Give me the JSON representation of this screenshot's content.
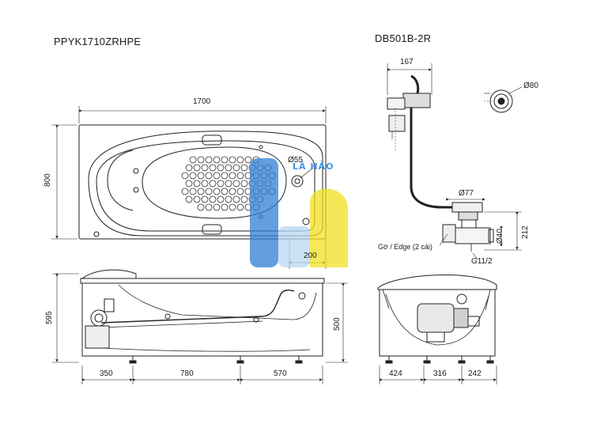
{
  "views": {
    "left_title": "PPYK1710ZRHPE",
    "right_title": "DB501B-2R"
  },
  "plan_view": {
    "length": "1700",
    "width": "800",
    "drain_hole": "Ø55",
    "drain_offset": "200"
  },
  "side_view": {
    "height_total": "595",
    "height_rim": "500",
    "seg_1": "350",
    "seg_2": "780",
    "seg_3": "570"
  },
  "end_view": {
    "seg_1": "424",
    "seg_2": "316",
    "seg_3": "242"
  },
  "drain_detail": {
    "width": "167",
    "cover_dia": "Ø80",
    "outlet_dia": "Ø77",
    "pipe_dia": "Ø40",
    "height": "212",
    "thread": "G11/2",
    "edge_note": "Gờ / Edge (2 cái)"
  },
  "watermark": {
    "text": "LÂ HẢO",
    "colors": [
      "#2f7fd6",
      "#f2e01f",
      "#b9d7f2"
    ]
  }
}
